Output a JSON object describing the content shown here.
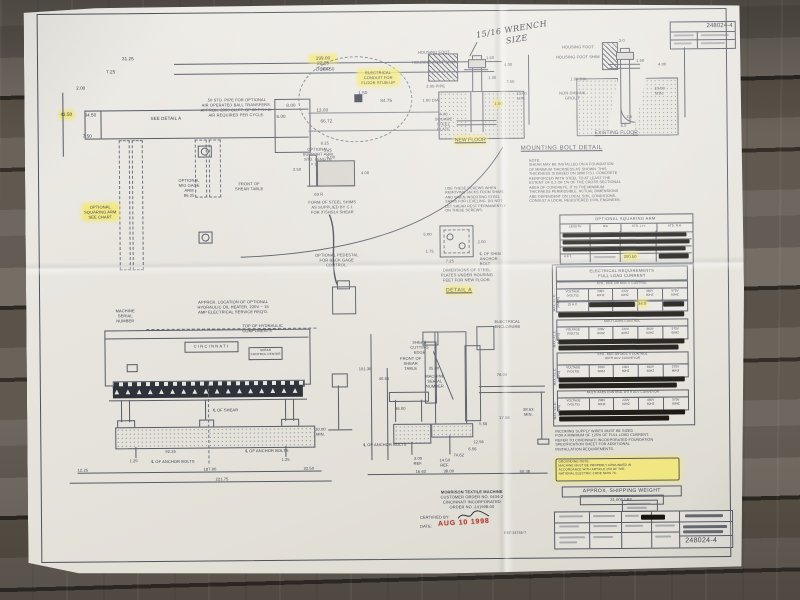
{
  "sheet": {
    "corner_number": "248024-4"
  },
  "handwritten": {
    "line1": "15/16 WRENCH",
    "line2": "SIZE"
  },
  "plan": {
    "d31_25": "31.25",
    "d199": "199.00",
    "d184_50": "184.50",
    "d7_25": "7.25",
    "d2_00": "2.00",
    "d41_50": "41.50",
    "d34_50": "34.50",
    "d7_50": "7.50",
    "d8_00": "8.00",
    "d6_00": "6.00",
    "d84_75": "84.75",
    "d13_00": "13.00",
    "d66_72": "66.72",
    "d1_50": "1.50",
    "d22_25": "22.25\nDOOR",
    "see_detail_a": "SEE DETAIL A",
    "air_note": ".50 STD. PIPE FOR OPTIONAL\nAIR OPERATED BALL TRANSFERS.\nAPPROX. 2000 CU.FT. OF 80 P.S.I.G.\nAIR REQUIRED PER CYCLE.",
    "conduit": "ELECTRICAL\nCONDUIT FOR\nFLOOR STUB-UP",
    "support_arm": "OPTIONAL\nSUPPORT ARM\nSTD. LENGTH\n= 31.50",
    "gage_arm": "OPTIONAL\nM/G GAGE\nARM\n86.25",
    "squaring_arm": "OPTIONAL\nSQUARING ARM\nSEE CHART",
    "front_table": "FRONT OF\nSHEAR TABLE",
    "pedestal_note": "OPTIONAL PEDESTAL\nFOR BACK GAGE\nCONTROL."
  },
  "new_floor": {
    "housing_foot": "HOUSING FOOT",
    "housing_foot_shim": "HOUSING FOOT SHIM",
    "pipe": "2.00 PIPE",
    "dia": "1.00 DIA.",
    "plate": "4.00 SQUARE\nSTEEL PLATE",
    "label": "NEW FLOOR",
    "d1_60": "1.60",
    "d4_00": "4.00",
    "d1_00a": "1.00",
    "d7_50": "7.50",
    "d10": "10.00\nMIN.",
    "d1_00b": "1.00"
  },
  "existing_floor": {
    "housing_foot": "HOUSING FOOT",
    "housing_foot_shim": "HOUSING FOOT SHIM",
    "dia": "1.00 DIA.",
    "grout": "NON-SHRINK GROUT",
    "label": "EXISTING FLOOR",
    "d3_0": "3.0",
    "d1_50": "1.50",
    "d4_00": "4.00",
    "d10": "10.00\nMIN.",
    "d2_5": "2.5",
    "d6_0": "6.0"
  },
  "mounting": {
    "title": "MOUNTING BOLT DETAIL",
    "note": "NOTE:\nSHEAR MAY BE INSTALLED ON A FOUNDATION\nOF MINIMUM THICKNESS AS SHOWN. THIS\nTHICKNESS IS BASED ON 3000 P.S.I. CONCRETE\nREINFORCED WITH STEEL TO AT LEAST THE\nEXTENT OF 0.2 OF 1% OF THE CROSS SECTIONAL\nAREA OF CONCRETE. IT IS THE MINIMUM\nTHICKNESS PERMISSIBLE. ACTUAL DIMENSIONS\nARE DEPENDENT ON LOCAL SOIL CONDITIONS.\nCONSULT A LOCAL REGISTERED CIVIL ENGINEER."
  },
  "shims": {
    "caption": "FORM OF STEEL SHIMS\nAS SUPPLIED BY C.I.\nFOR 375HS14 SHEAR",
    "d6_25": "6.25",
    "d5_25": "5.25",
    "d5_00": "5.00",
    "d2_50": "2.50",
    "d4_00": "4.00",
    "r": ".63 R"
  },
  "screws_note": "USE THESE SCREWS WHEN\nREMOVING JACKS FROM SHIMS\nAND WHEN INSERTING STEEL\nSHIMS FOR LEVELING. DO NOT\nLET SHEAR REST PERMANENTLY\nON THESE SCREWS.",
  "detail_a": {
    "d5_00": "5.00",
    "d1_75": "1.75",
    "d7_25": "7.25",
    "d2_00": "2.00",
    "cl": "℄ OF SHIM\nANCHOR BOLT",
    "caption": "DIMENSIONS OF STEEL\nPLATES UNDER HOUSING\nFEET FOR NEW FLOOR.",
    "label": "DETAIL A"
  },
  "notes": {
    "heater": "APPROX. LOCATION OF OPTIONAL\nHYDRAULIC OIL HEATER, 220V ~ 15\nAMP ELECTRICAL SERVICE REQ'D.",
    "top_hydraulic": "TOP OF HYDRAULIC COMPONENTS"
  },
  "front": {
    "nameplate": "CINCINNATI",
    "control_box": "SHEAR\nCONTROL CENTER",
    "serial": "MACHINE\nSERIAL\nNUMBER",
    "cl_shear": "℄ OF SHEAR",
    "cl_anchor": "℄ OF ANCHOR BOLTS",
    "d92_25": "92.25",
    "d1_25": "1.25",
    "d187": "187.00",
    "d221_75": "221.75",
    "d12_25": "12.25",
    "d22_50": "22.50",
    "d10": "10.00\nMIN."
  },
  "side": {
    "enclosure": "ELECTRICAL\nENCLOSURE",
    "cutting_edge": "SHEAR\nCUTTING\nEDGE",
    "front_table": "FRONT OF\nSHEAR TABLE",
    "serial": "MACHINE\nSERIAL\nNUMBER",
    "cl_anchor": "℄ OF ANCHOR BOLTS",
    "d101_38": "101.38",
    "d40_56": "40.56",
    "d36_00": "36.00",
    "d35_00": "35.00",
    "d76_00": "76.00",
    "d28_63": "28.63\nMIN.",
    "d17_56": "17.56",
    "d5_56": "5.56",
    "d12_56": "12.56",
    "d6_56": "6.56",
    "d74_62": "74.62",
    "d14_50": "14.50\nREF.",
    "d3_00": "3.00\nREF.",
    "d16_62": "16.62",
    "d38_00": "38.00",
    "d50_38": "50.38"
  },
  "squaring": {
    "title": "OPTIONAL SQUARING ARM",
    "col_length": "LENGTH",
    "col_ra": "R/A",
    "col_lh": "STD. L.H.",
    "col_rh": "STD. R.H.",
    "row_length": "4 FT.",
    "row_value": "200.50"
  },
  "elec": {
    "title": "ELECTRICAL REQUIREMENTS\nFULL LOAD CURRENT",
    "sec1": "STD., DDC OR MGC II CONTROL",
    "sec2": "MULTI-AXES CONTROL",
    "sec3": "STD., DDC OR MGC II CONTROL\nWITH ACV CONVEYOR",
    "sec4": "MULTI-AXES CONTROL WITH ACV CONVEYOR",
    "col_v": "VOLTAGE\n(VOLTS)",
    "col_208": "208V\n60HZ",
    "col_230": "230V\n60HZ",
    "col_460": "460V\n60HZ",
    "col_575": "575V\n60HZ",
    "row_hp": "25 H.P.",
    "hl_value": "34.0",
    "side": "MAX. F.L.C.\n(AMPS)"
  },
  "right_notes": {
    "incoming": "INCOMING SUPPLY WIRES MUST BE SIZED\nFOR A MINIMUM OF 125% OF FULL LOAD CURRENT.\nREFER TO CINCINNATI INCORPORATED FOUNDATION\nSPECIFICATION SHEET FOR ADDITIONAL\nINSTALLATION REQUIREMENTS.",
    "grounding": "GROUNDING NOTE:\nMACHINE MUST BE PROPERLY GROUNDED IN\nACCORDANCE WITH ARTICLE 250 OF THE\nNATIONAL ELECTRIC CODE NFPA 70.",
    "shipping_label": "APPROX. SHIPPING WEIGHT",
    "shipping_value": "31,000 LBS."
  },
  "cert": {
    "line1": "MORRISON TEXTILE MACHINE",
    "line2": "CUSTOMER ORDER NO. 0434-2",
    "line3": "CINCINNATI INCORPORATED",
    "line4": "ORDER NO. 241998-00",
    "certified": "CERTIFIED BY:",
    "date_label": "DATE:",
    "stamp": "AUG 10 1998",
    "ref": "REF.24746-7"
  },
  "title_block": {
    "number": "248024-4"
  },
  "decor": {
    "triangles": "▲ ▲ ▲ ▲ ▲ ▲ ▲ ▲ ▲ ▲ ▲ ▲ ▲ ▲ ▲ ▲ ▲ ▲ ▲ ▲ ▲ ▲ ▲ ▲ ▲ ▲ ▲ ▲"
  }
}
